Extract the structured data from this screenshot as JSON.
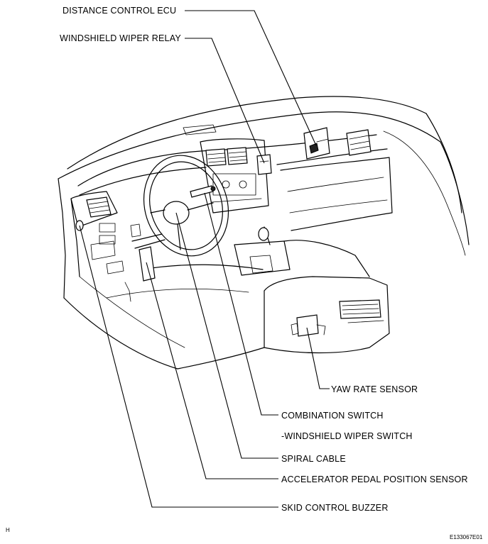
{
  "labels": {
    "distance_control_ecu": "DISTANCE CONTROL ECU",
    "windshield_wiper_relay": "WINDSHIELD WIPER RELAY",
    "yaw_rate_sensor": "YAW RATE SENSOR",
    "combination_switch": "COMBINATION SWITCH",
    "windshield_wiper_switch": "-WINDSHIELD WIPER SWITCH",
    "spiral_cable": "SPIRAL CABLE",
    "accelerator_pedal_position_sensor": "ACCELERATOR PEDAL POSITION SENSOR",
    "skid_control_buzzer": "SKID CONTROL BUZZER"
  },
  "footer": {
    "left_code": "H",
    "figure_id": "E133067E01"
  }
}
